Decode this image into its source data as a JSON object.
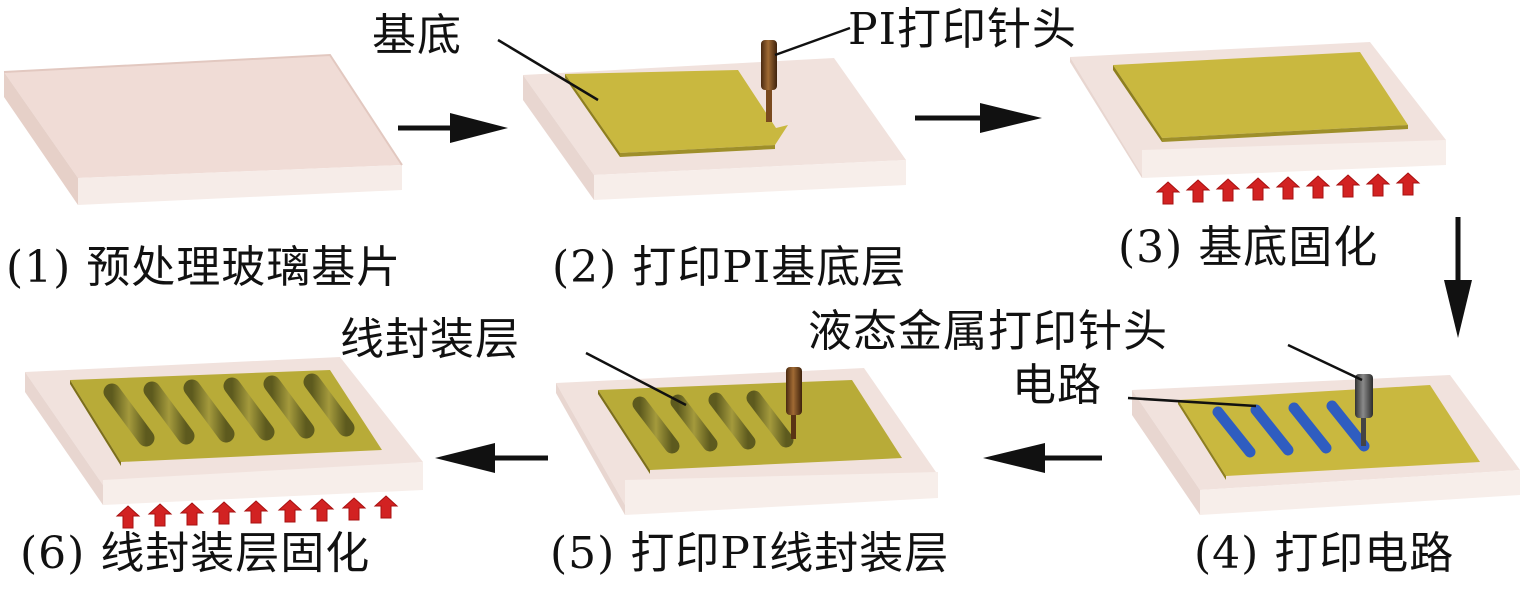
{
  "colors": {
    "glass_top": "#f0dcd6",
    "glass_side": "#f6ece8",
    "glass_edge": "#e6ccc4",
    "pi_substrate": "#c9b83f",
    "pi_edge": "#8e7f1e",
    "circuit_blue": "#2f5dc0",
    "encapsulation_line": "#6f6a26",
    "pi_nozzle": "#7a4a1e",
    "metal_nozzle": "#555555",
    "heat_arrow": "#d22222",
    "flow_arrow": "#111111"
  },
  "steps": [
    {
      "id": 1,
      "caption": "(1) 预处理玻璃基片"
    },
    {
      "id": 2,
      "caption": "(2) 打印PI基底层"
    },
    {
      "id": 3,
      "caption": "(3) 基底固化"
    },
    {
      "id": 4,
      "caption": "(4) 打印电路"
    },
    {
      "id": 5,
      "caption": "(5) 打印PI线封装层"
    },
    {
      "id": 6,
      "caption": "(6) 线封装层固化"
    }
  ],
  "callouts": {
    "substrate": "基底",
    "pi_nozzle": "PI打印针头",
    "metal_nozzle": "液态金属打印针头",
    "circuit": "电路",
    "encapsulation": "线封装层"
  },
  "flow": [
    "1→2",
    "2→3",
    "3→4",
    "4→5",
    "5→6"
  ],
  "heat_arrow_count": 9
}
